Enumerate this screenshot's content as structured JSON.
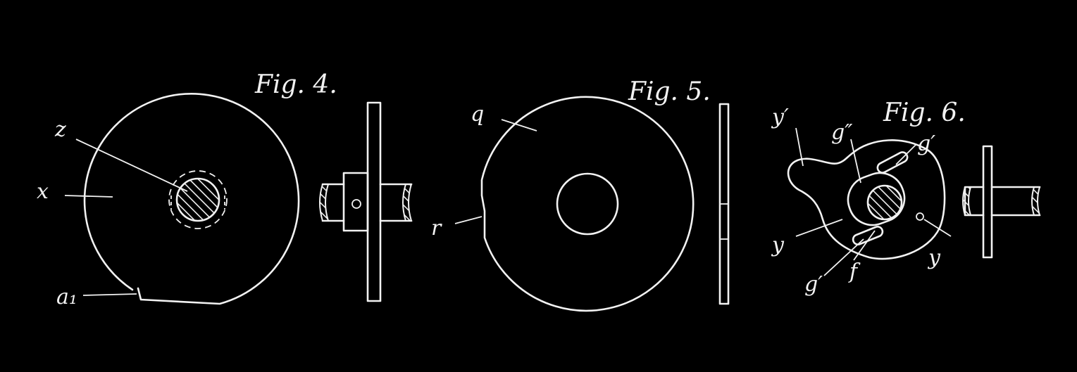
{
  "figures": [
    {
      "title": "Fig. 4.",
      "labels": {
        "z": "z",
        "x": "x",
        "a1": "a₁"
      }
    },
    {
      "title": "Fig. 5.",
      "labels": {
        "q": "q",
        "r": "r"
      }
    },
    {
      "title": "Fig. 6.",
      "labels": {
        "y_prime": "y′",
        "g_dprime": "g″",
        "g_prime_top": "g′",
        "y_left": "y",
        "g_prime_bottom": "g′",
        "f": "f",
        "y_right": "y"
      }
    }
  ]
}
